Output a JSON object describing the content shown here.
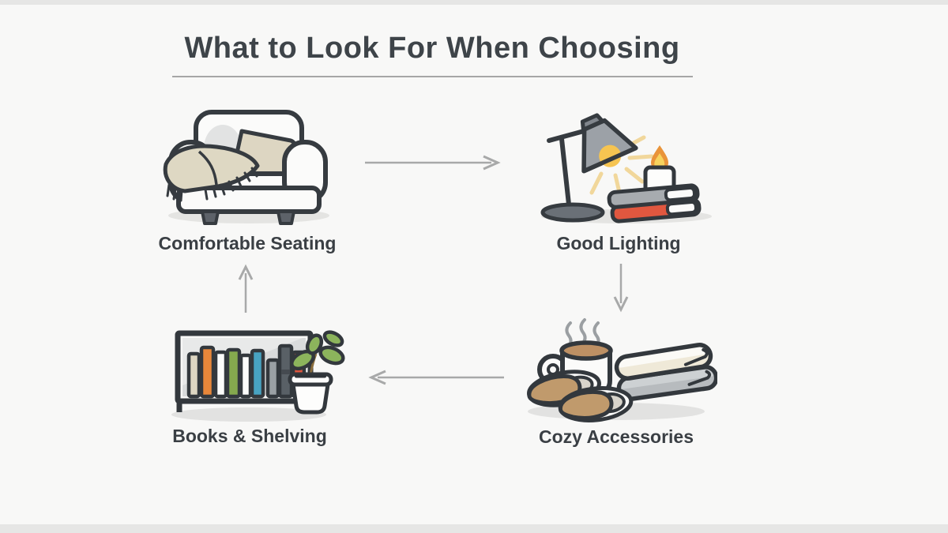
{
  "header": {
    "title": "What to Look For When Choosing"
  },
  "diagram": {
    "type": "cycle-flow-infographic",
    "nodes": [
      {
        "id": "comfortable-seating",
        "label": "Comfortable Seating",
        "icon": "armchair-blanket-pillow-illustration",
        "position": "top-left"
      },
      {
        "id": "good-lighting",
        "label": "Good Lighting",
        "icon": "desk-lamp-candle-books-illustration",
        "position": "top-right"
      },
      {
        "id": "cozy-accessories",
        "label": "Cozy Accessories",
        "icon": "mug-slippers-blankets-illustration",
        "position": "bottom-right"
      },
      {
        "id": "books-shelving",
        "label": "Books & Shelving",
        "icon": "bookshelf-potted-plant-illustration",
        "position": "bottom-left"
      }
    ],
    "arrows": [
      {
        "from": "comfortable-seating",
        "to": "good-lighting",
        "direction": "right"
      },
      {
        "from": "good-lighting",
        "to": "cozy-accessories",
        "direction": "down"
      },
      {
        "from": "cozy-accessories",
        "to": "books-shelving",
        "direction": "left"
      },
      {
        "from": "books-shelving",
        "to": "comfortable-seating",
        "direction": "up"
      }
    ]
  },
  "palette": {
    "background": "#f8f8f7",
    "edge_strip": "#e6e6e5",
    "title_text": "#3e4449",
    "label_text": "#3a3f44",
    "title_rule": "#a6a6a6",
    "arrow": "#a8a9a9",
    "outline": "#363b40",
    "shadow": "#e4e4e2",
    "beige": "#ddd6c2",
    "cream": "#efe9d8",
    "tan": "#c09a6c",
    "coffee": "#bd9064",
    "lamp_gray": "#9ca1a7",
    "bulb_yellow": "#f6c451",
    "ray_yellow": "#f1d79b",
    "flame_orange": "#e9943a",
    "book_red": "#e0573f",
    "book_orange": "#e8873a",
    "book_green": "#85a94e",
    "book_teal": "#48a3c2",
    "book_gray": "#9aa0a4",
    "book_dark": "#596066",
    "leaf_green": "#8cb45c"
  }
}
